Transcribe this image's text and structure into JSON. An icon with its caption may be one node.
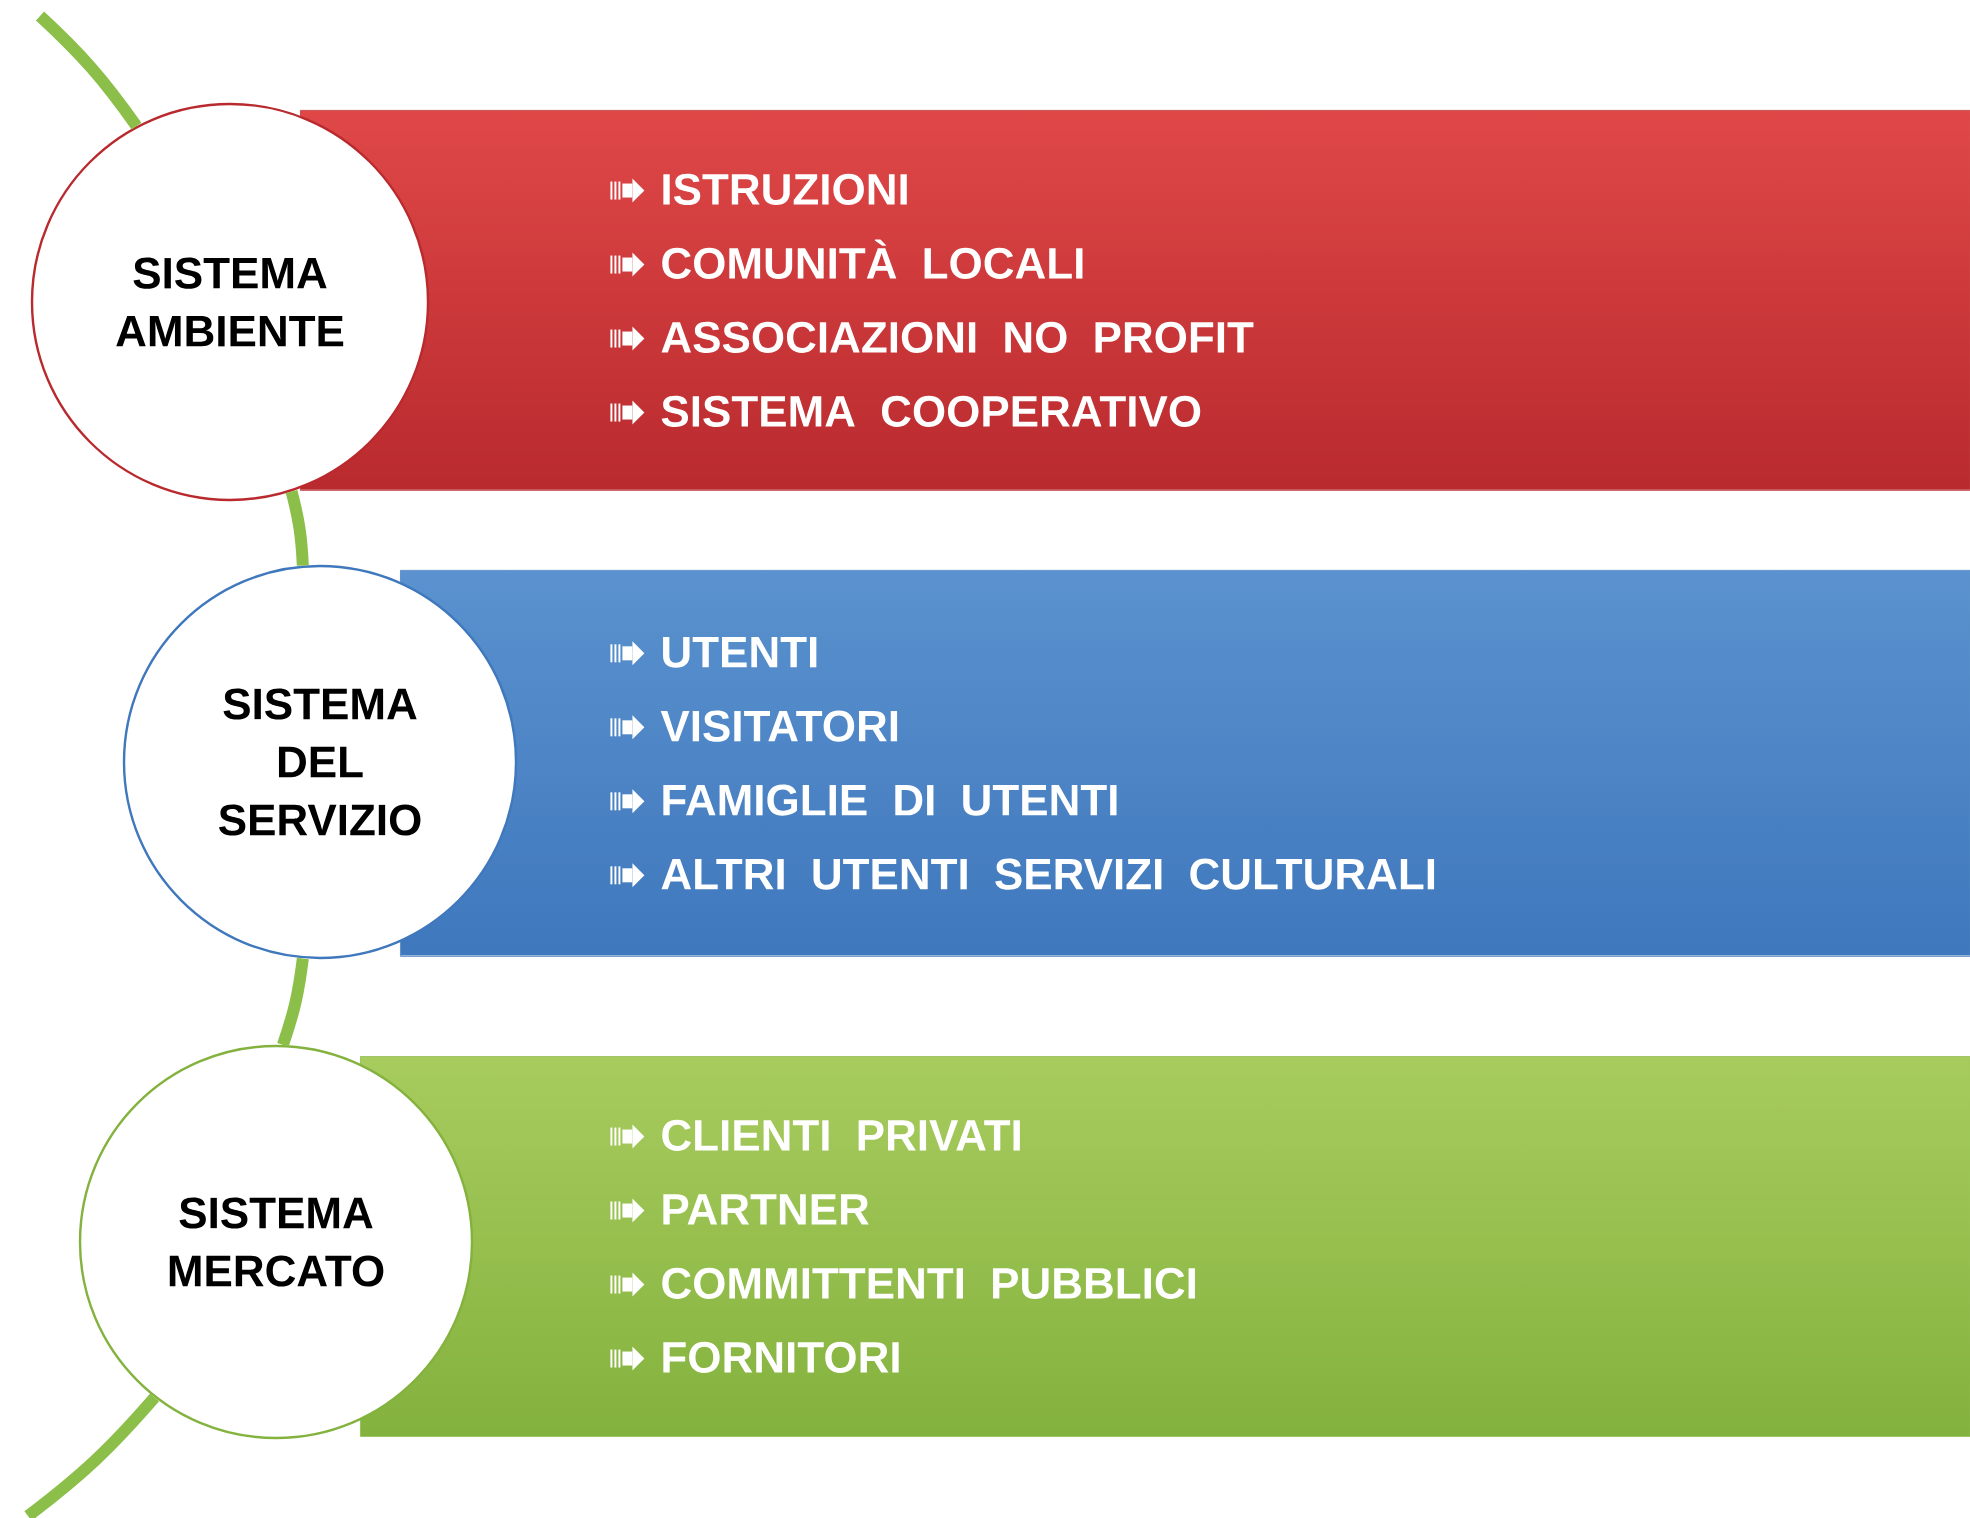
{
  "diagram": {
    "nodes": [
      {
        "text": [
          "SISTEMA AMBIENTE"
        ]
      },
      {
        "text": [
          "ISTRUZIONI",
          "COMUNITÀ LOCALI",
          "ASSOCIAZIONI NO PROFIT",
          "SISTEMA COOPERATIVO"
        ]
      },
      {
        "text": [
          "SISTEMA DEL SERVIZIO"
        ]
      },
      {
        "text": [
          "UTENTI",
          "VISITATORI",
          "FAMIGLIE DI UTENTI",
          "ALTRI UTENTI SERVIZI CULTURALI"
        ]
      },
      {
        "text": [
          "SISTEMA MERCATO"
        ]
      },
      {
        "text": [
          "CLIENTI PRIVATI",
          "PARTNER",
          "COMMITTENTI PUBBLICI",
          "FORNITORI"
        ]
      }
    ],
    "edges": [
      {
        "from": null,
        "to": 0,
        "arrow": "none"
      },
      {
        "from": 0,
        "to": 2,
        "arrow": "none"
      },
      {
        "from": 2,
        "to": 4,
        "arrow": "none"
      },
      {
        "from": 4,
        "to": null,
        "arrow": "none"
      }
    ]
  }
}
